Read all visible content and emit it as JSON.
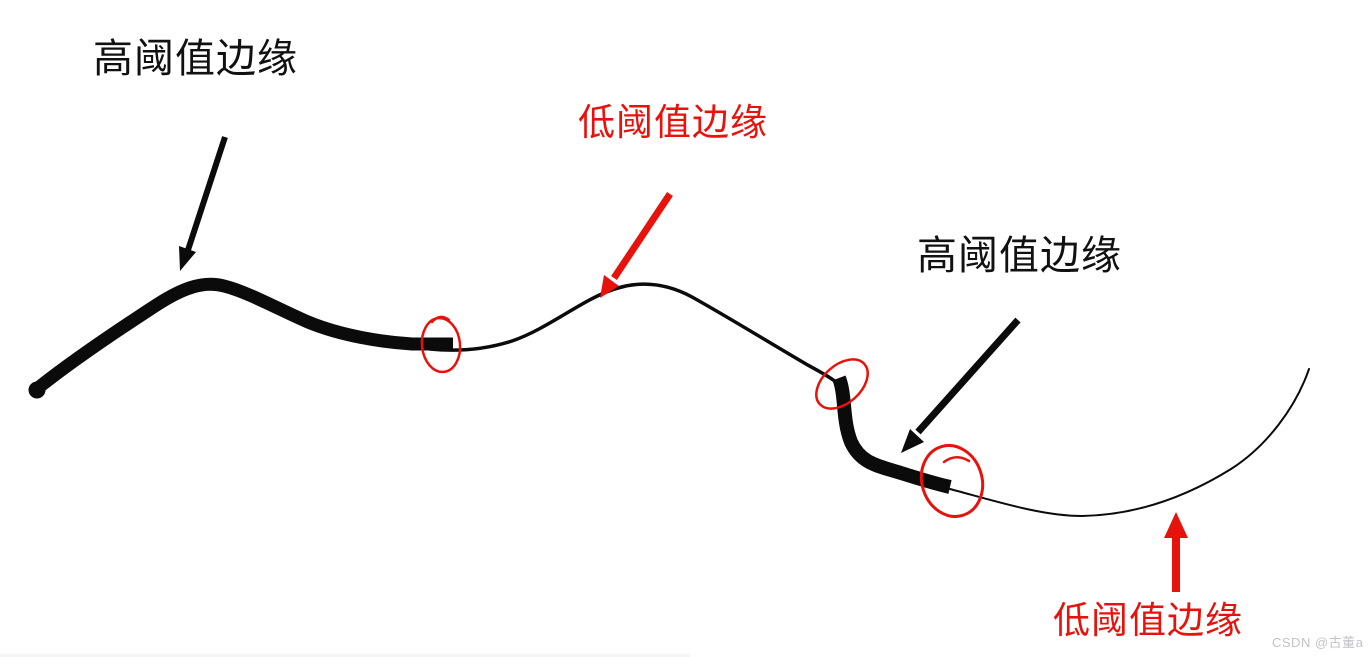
{
  "diagram": {
    "description": "edge-threshold-hysteresis-diagram",
    "labels": {
      "high_left": {
        "text": "高阈值边缘",
        "color": "#111111"
      },
      "low_top": {
        "text": "低阈值边缘",
        "color": "#e8120c"
      },
      "high_right": {
        "text": "高阈值边缘",
        "color": "#111111"
      },
      "low_bottom": {
        "text": "低阈值边缘",
        "color": "#e8120c"
      }
    },
    "watermark": {
      "text": "CSDN @古董a",
      "color": "#c3c3c7"
    },
    "colors": {
      "edge_stroke": "#0b0b0b",
      "annotation_red": "#e8120c",
      "background": "#ffffff"
    }
  }
}
